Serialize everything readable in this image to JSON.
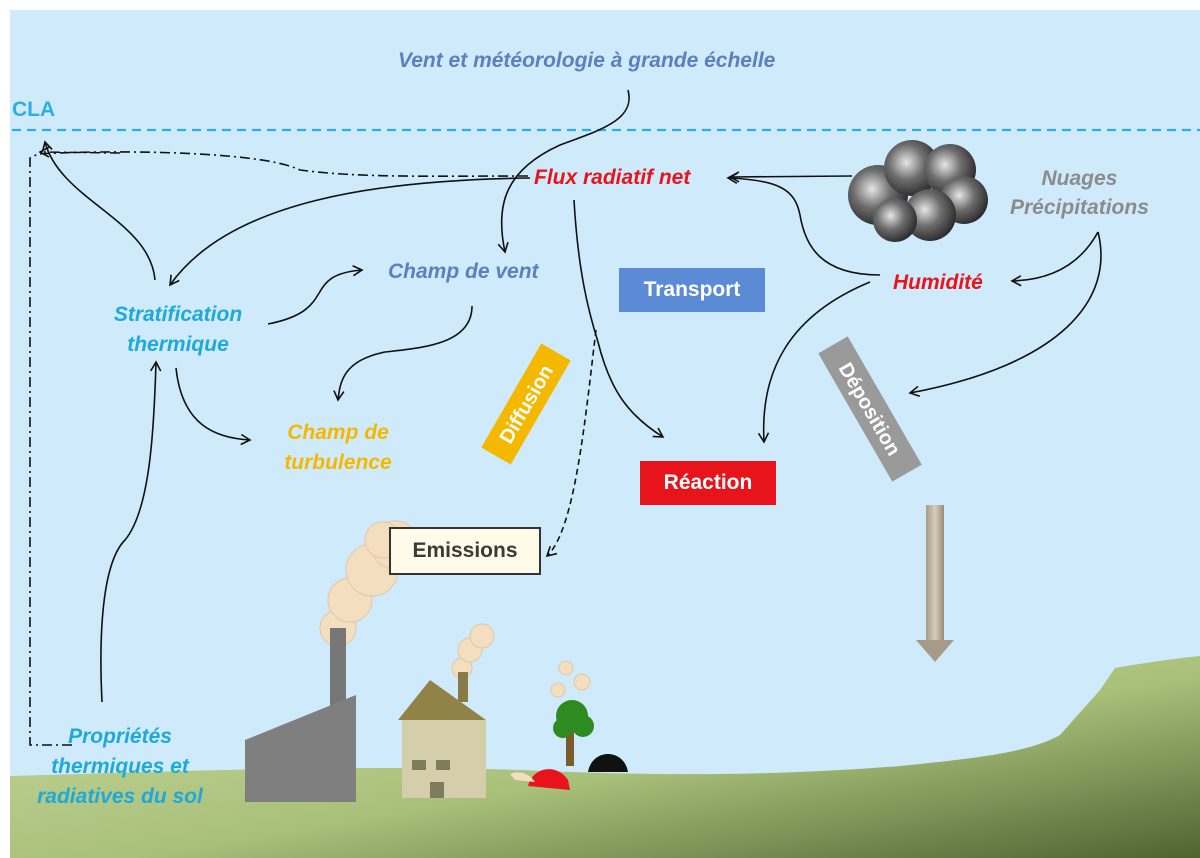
{
  "colors": {
    "sky": "#cfeafb",
    "cla_line": "#2eaee6",
    "cyan_text": "#1fa9d9",
    "blue_text": "#5b7fbf",
    "orange_text": "#f5b800",
    "red_text": "#e8141b",
    "grey_text": "#8c8c8c",
    "transport_box": "#5b8bd4",
    "diffusion_box": "#f5b800",
    "reaction_box": "#e8141b",
    "deposition_box": "#9a9a9a",
    "ground_light": "#c5d89c",
    "ground_dark": "#56683a"
  },
  "labels": {
    "cla": "CLA",
    "wind_meteo": "Vent et météorologie à grande échelle",
    "flux": "Flux radiatif net",
    "clouds_line1": "Nuages",
    "clouds_line2": "Précipitations",
    "humidity": "Humidité",
    "wind_field": "Champ de vent",
    "stratification_line1": "Stratification",
    "stratification_line2": "thermique",
    "turbulence_line1": "Champ de",
    "turbulence_line2": "turbulence",
    "soil_line1": "Propriétés",
    "soil_line2": "thermiques et",
    "soil_line3": "radiatives du sol"
  },
  "boxes": {
    "transport": "Transport",
    "diffusion": "Diffusion",
    "reaction": "Réaction",
    "deposition": "Déposition",
    "emissions": "Emissions"
  },
  "icons": [
    "cloud-icon",
    "factory-icon",
    "house-icon",
    "tree-icon",
    "car-icon",
    "smoke-icon",
    "deposition-arrow-icon"
  ]
}
